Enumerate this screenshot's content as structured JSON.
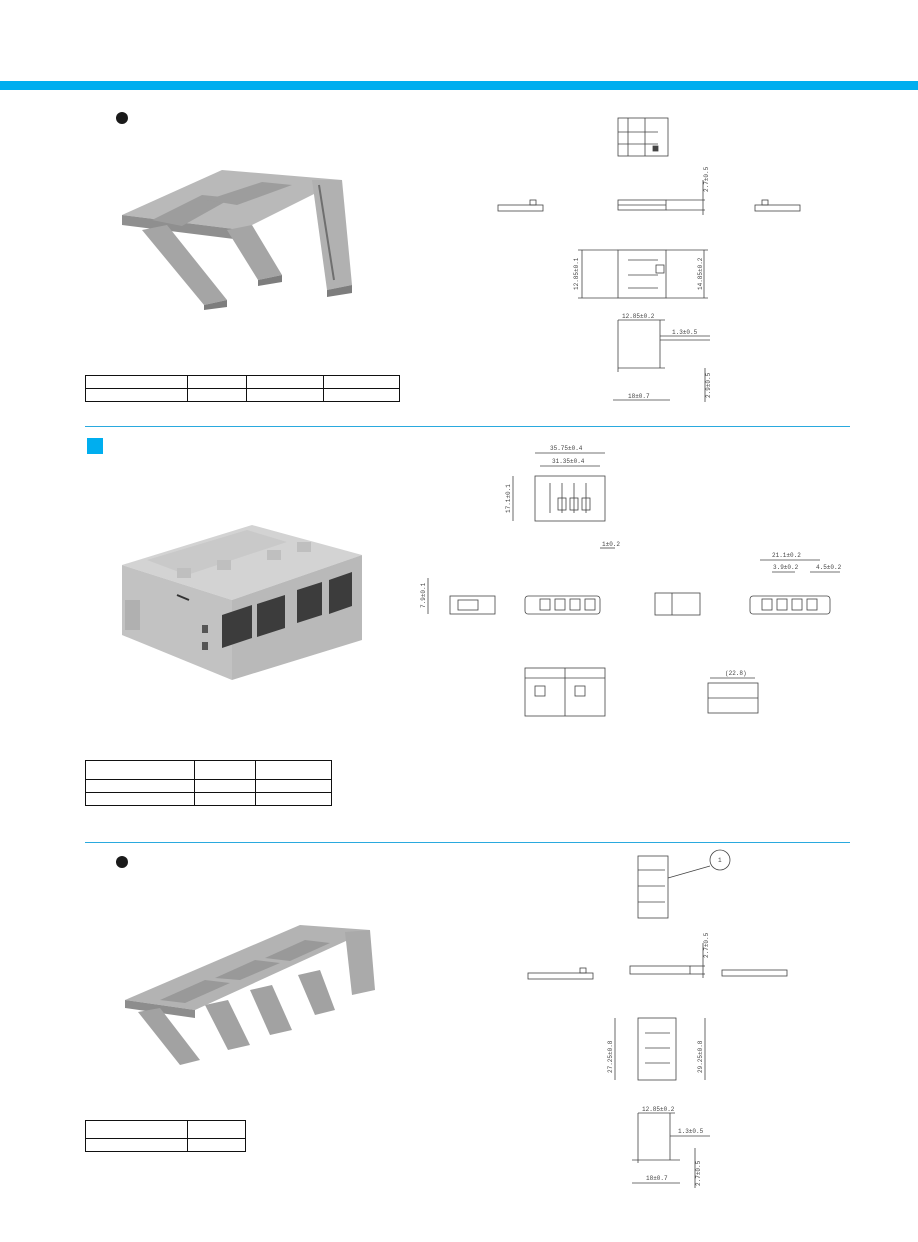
{
  "colors": {
    "accent": "#00aeef",
    "divider": "#2aa9de",
    "part_gray": "#a9a9a9"
  },
  "section1": {
    "bullet": "bullet-dot-icon",
    "dims": {
      "d1": "2.7±0.5",
      "d2": "12.85±0.1",
      "d3": "14.85±0.2",
      "d4": "12.85±0.2",
      "d5": "1.3±0.5",
      "d6": "18±0.7",
      "d7": "2.9±0.5"
    }
  },
  "section2": {
    "bullet": "bullet-square-icon",
    "dims": {
      "a1": "35.75±0.4",
      "a2": "31.35±0.4",
      "a3": "17.1±0.1",
      "a4": "1±0.2",
      "a5": "7.9±0.1",
      "a6": "21.1±0.2",
      "a7": "3.9±0.2",
      "a8": "4.5±0.2",
      "a9": "(22.8)"
    }
  },
  "section3": {
    "bullet": "bullet-dot-icon",
    "dims": {
      "b0": "1",
      "b1": "2.7±0.5",
      "b2": "27.25±0.8",
      "b3": "29.25±0.8",
      "b4": "12.85±0.2",
      "b5": "1.3±0.5",
      "b6": "18±0.7",
      "b7": "2.7±0.5"
    }
  }
}
